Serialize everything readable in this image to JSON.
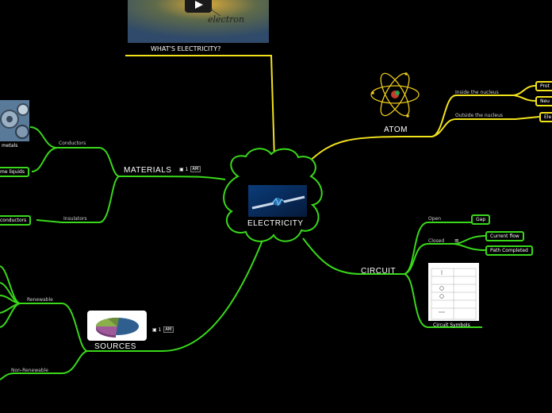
{
  "root": {
    "label": "ELECTRICITY"
  },
  "video": {
    "caption": "WHAT'S ELECTRICITY?",
    "overlay_text": "electron",
    "play_icon": "play-icon"
  },
  "atom": {
    "label": "ATOM",
    "inside_label": "Inside the nucleus",
    "outside_label": "Outside the nucleus",
    "leaf_1": "Prot",
    "leaf_2": "Neu",
    "leaf_3": "Ele"
  },
  "materials": {
    "label": "MATERIALS",
    "count": "1",
    "time": "AM",
    "conductors_label": "Conductors",
    "insulators_label": "Insulators",
    "leaf_metals": "metals",
    "leaf_liquids": "me liquids",
    "leaf_insulators": "conductors"
  },
  "circuit": {
    "label": "CIRCUIT",
    "open_label": "Open",
    "closed_label": "Closed",
    "leaf_gap": "Gap",
    "leaf_current": "Current flow",
    "leaf_path": "Path Completed",
    "symbols_label": "Circuit Symbols"
  },
  "sources": {
    "label": "SOURCES",
    "count": "1",
    "time": "AM",
    "renewable_label": "Renewable",
    "nonrenewable_label": "Non-Renewable"
  },
  "colors": {
    "green": "#39d81a",
    "yellow": "#f2e21c",
    "background": "#000000"
  }
}
